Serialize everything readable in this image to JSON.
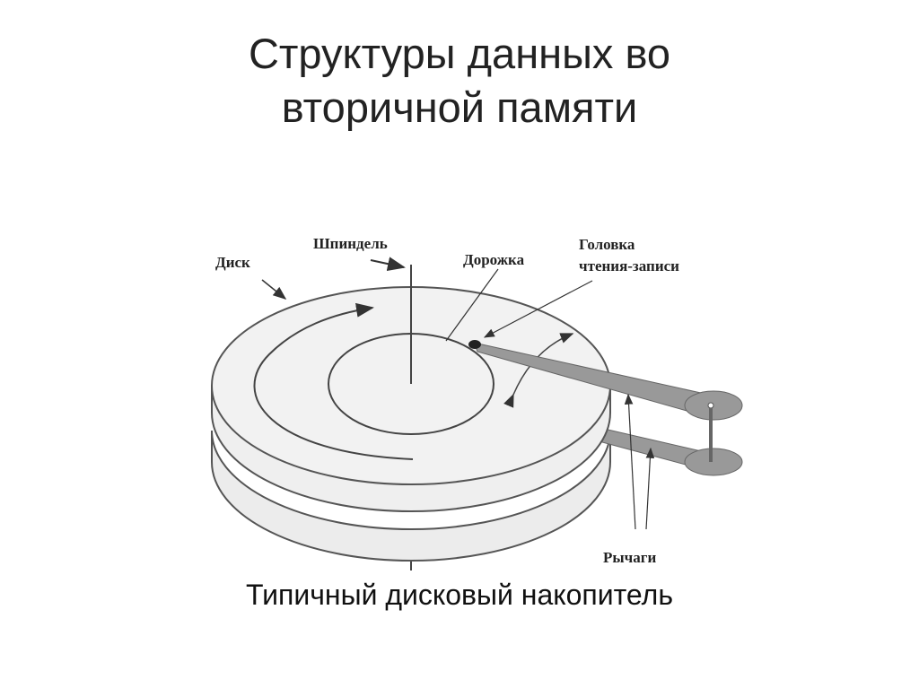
{
  "slide": {
    "title_line1": "Структуры данных во",
    "title_line2": "вторичной памяти",
    "caption": "Типичный дисковый накопитель"
  },
  "diagram": {
    "labels": {
      "disk": "Диск",
      "spindle": "Шпиндель",
      "track": "Дорожка",
      "head_line1": "Головка",
      "head_line2": "чтения-записи",
      "arms": "Рычаги"
    }
  }
}
